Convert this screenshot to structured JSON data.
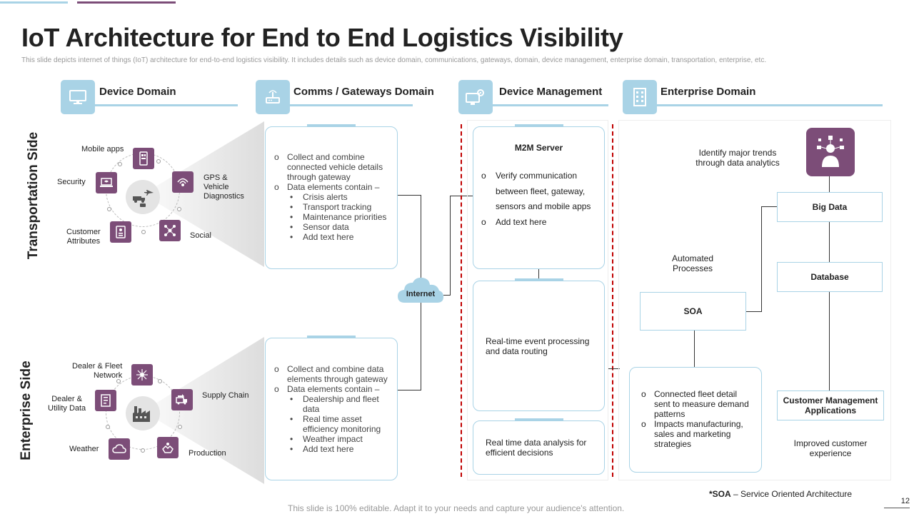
{
  "title": "IoT Architecture for End to End Logistics Visibility",
  "subtitle": "This slide depicts internet of things (IoT) architecture for end-to-end logistics visibility. It includes details such as device domain, communications, gateways, domain, device management, enterprise domain, transportation, enterprise, etc.",
  "domains": [
    {
      "label": "Device Domain",
      "icon": "monitor-icon"
    },
    {
      "label": "Comms / Gateways Domain",
      "icon": "router-icon"
    },
    {
      "label": "Device Management",
      "icon": "computer-gear-icon"
    },
    {
      "label": "Enterprise Domain",
      "icon": "building-icon"
    }
  ],
  "sides": {
    "transportation": "Transportation Side",
    "enterprise": "Enterprise Side"
  },
  "transport_items": [
    {
      "label": "Mobile apps",
      "icon": "mobile-app-icon"
    },
    {
      "label": "GPS &\nVehicle\nDiagnostics",
      "icon": "gps-signal-icon"
    },
    {
      "label": "Social",
      "icon": "social-network-icon"
    },
    {
      "label": "Customer\nAttributes",
      "icon": "customer-attributes-icon"
    },
    {
      "label": "Security",
      "icon": "security-laptop-icon"
    }
  ],
  "enterprise_items": [
    {
      "label": "Dealer & Fleet\nNetwork",
      "icon": "network-icon"
    },
    {
      "label": "Supply Chain",
      "icon": "supply-chain-icon"
    },
    {
      "label": "Production",
      "icon": "production-icon"
    },
    {
      "label": "Weather",
      "icon": "weather-cloud-icon"
    },
    {
      "label": "Dealer &\nUtility Data",
      "icon": "utility-data-icon"
    }
  ],
  "comms_top": {
    "items": [
      {
        "text": "Collect and combine connected vehicle details through gateway",
        "sub": []
      },
      {
        "text": "Data elements contain –",
        "sub": [
          "Crisis alerts",
          "Transport tracking",
          "Maintenance priorities",
          "Sensor data",
          "Add text here"
        ]
      }
    ]
  },
  "comms_bottom": {
    "items": [
      {
        "text": "Collect and combine data elements through gateway",
        "sub": []
      },
      {
        "text": "Data elements contain –",
        "sub": [
          "Dealership and fleet data",
          "Real time asset efficiency monitoring",
          "Weather impact",
          "Add text here"
        ]
      }
    ]
  },
  "internet_label": "Internet",
  "m2m": {
    "title": "M2M Server",
    "items": [
      "Verify communication between fleet, gateway, sensors and mobile apps",
      "Add text here"
    ]
  },
  "event_processing": "Real-time event processing and data routing",
  "data_analysis": "Real time data analysis for efficient decisions",
  "enterprise": {
    "trends_note": "Identify major trends through data analytics",
    "big_data": "Big Data",
    "database": "Database",
    "automated": "Automated Processes",
    "soa": "SOA",
    "cma": "Customer Management Applications",
    "improved": "Improved customer experience",
    "soa_card_items": [
      "Connected fleet detail sent to measure demand patterns",
      "Impacts manufacturing, sales and marketing strategies"
    ],
    "analytics_icon": "data-analytics-person-icon"
  },
  "soa_note_abbr": "*SOA",
  "soa_note_text": " – Service Oriented Architecture",
  "footer": "This slide is 100% editable. Adapt it to your needs and capture your audience's attention.",
  "page_number": "12",
  "colors": {
    "accent_blue": "#a9d3e6",
    "accent_purple": "#7c4d78",
    "dashed_red": "#c00000"
  }
}
